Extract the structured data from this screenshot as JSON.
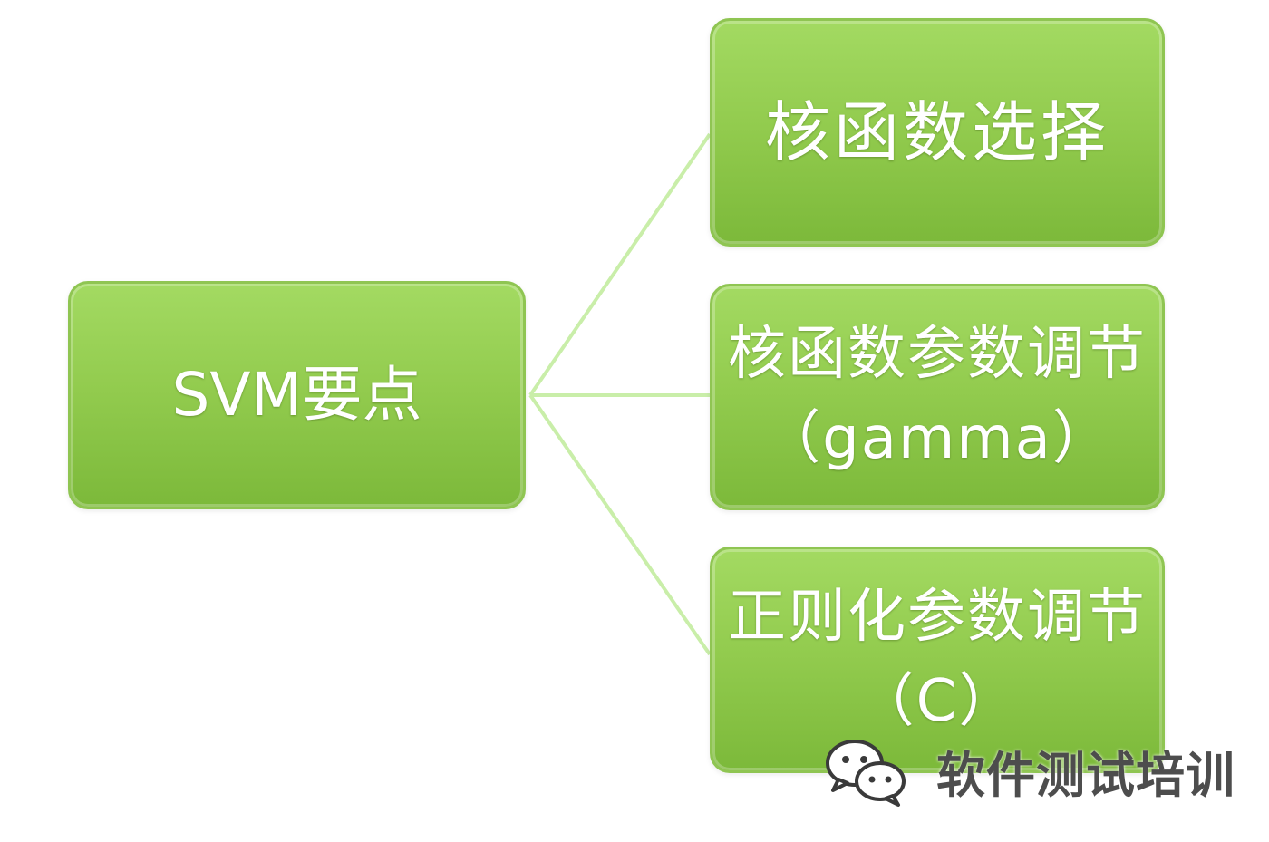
{
  "diagram": {
    "root": {
      "label": "SVM要点"
    },
    "children": [
      {
        "label": "核函数选择"
      },
      {
        "label": "核函数参数调节（gamma）"
      },
      {
        "label": "正则化参数调节（C）"
      }
    ]
  },
  "colors": {
    "node_fill": "#93cc4f",
    "node_border": "#8fc552",
    "connector": "#c9eea9",
    "text": "#ffffff"
  },
  "watermark": {
    "icon": "wechat-icon",
    "text": "软件测试培训"
  }
}
